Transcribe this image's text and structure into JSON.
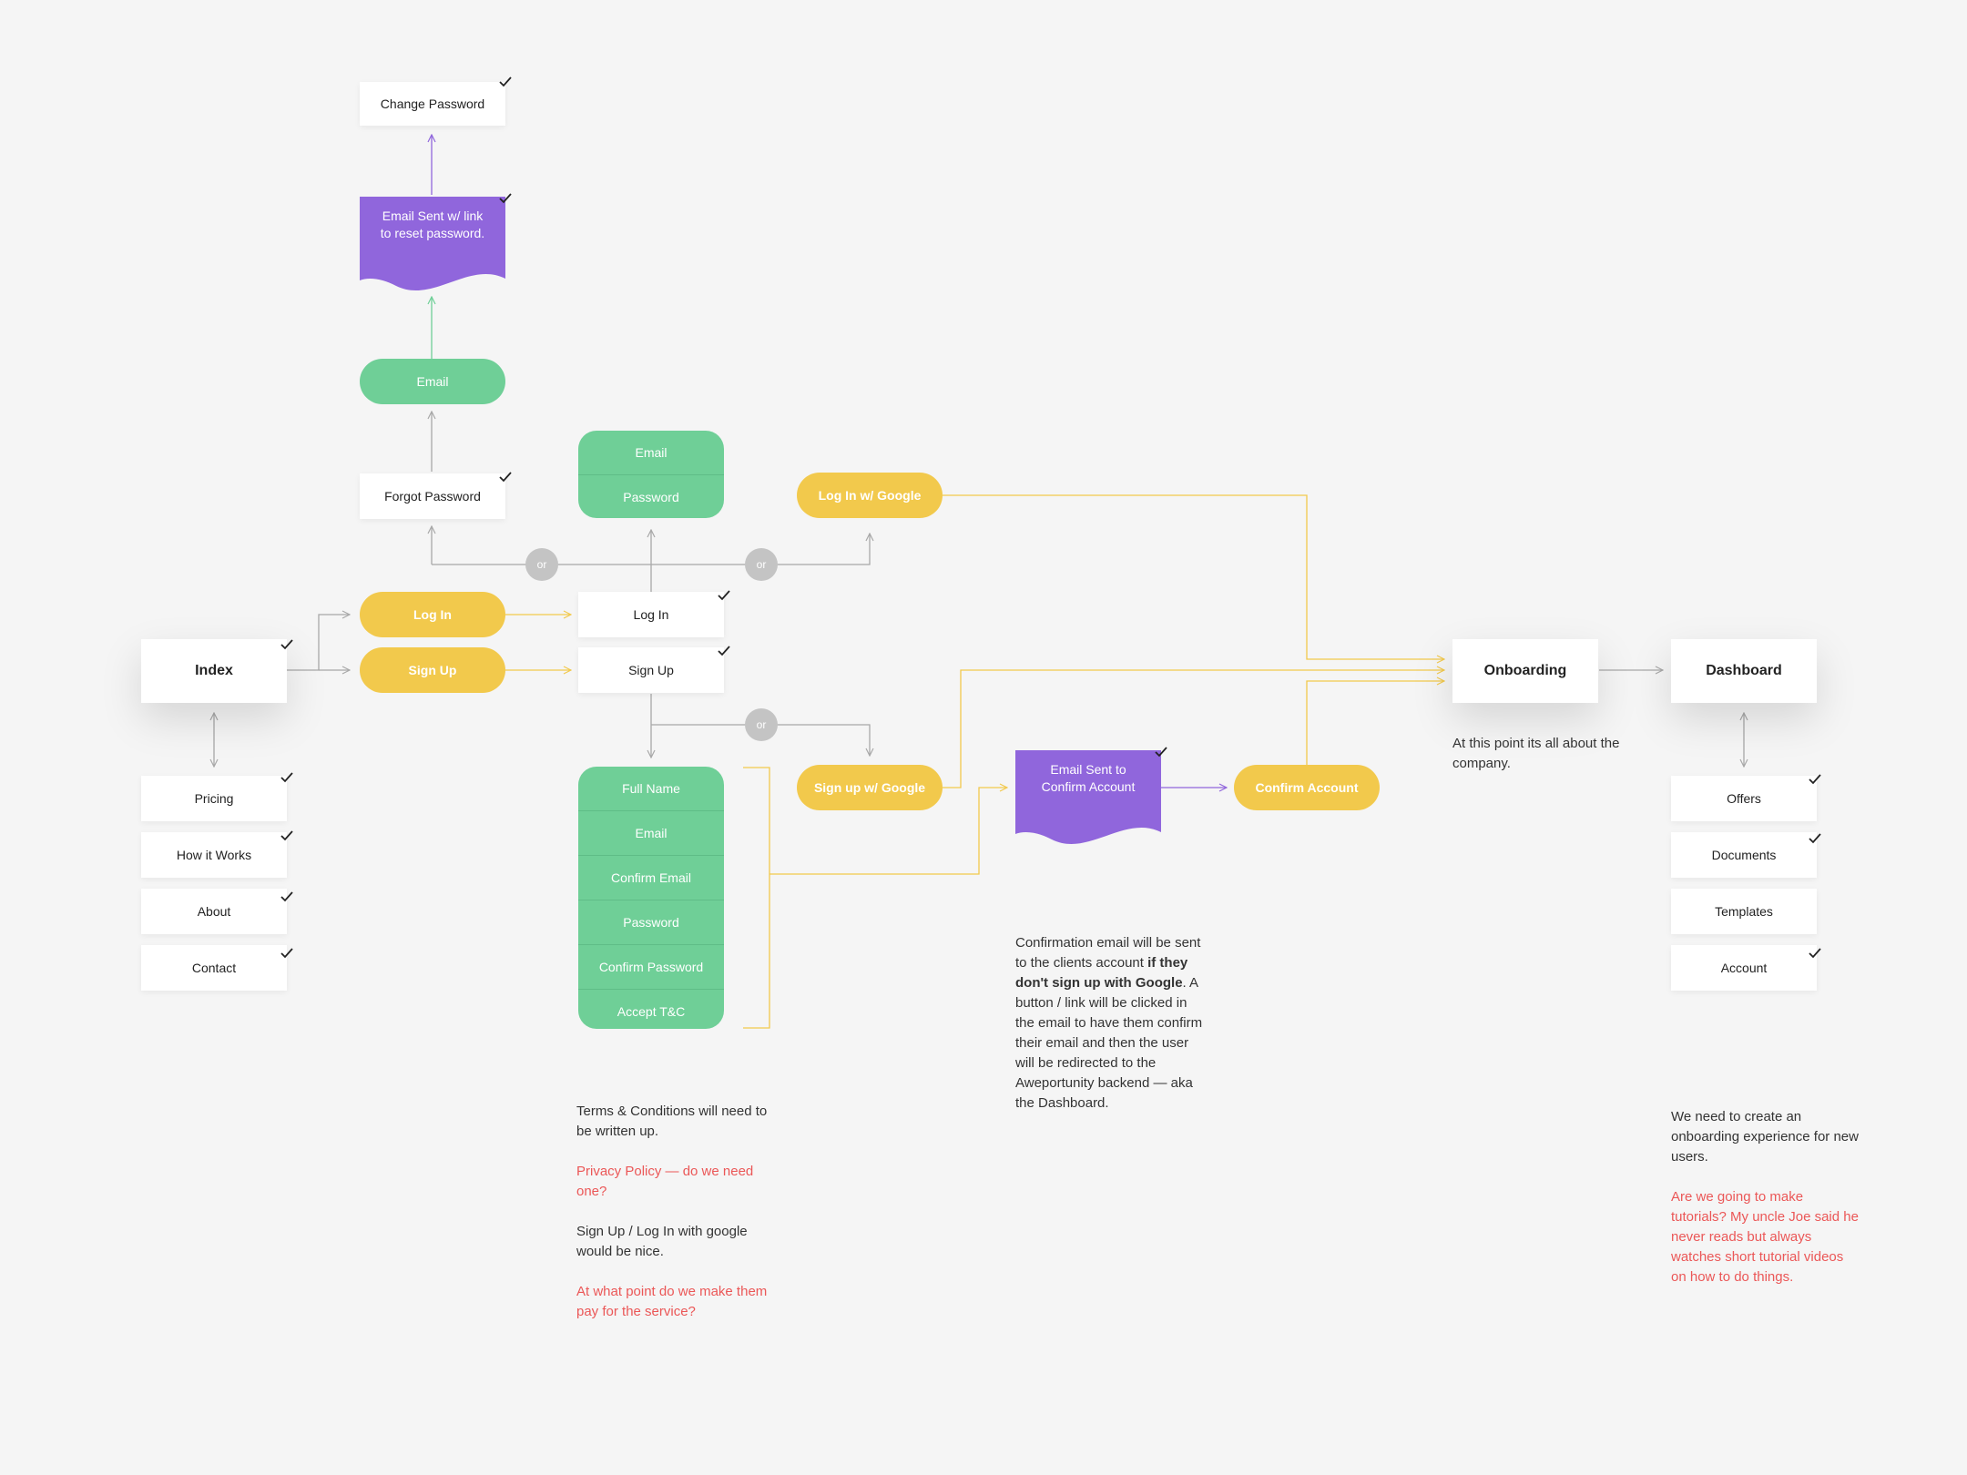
{
  "nodes": {
    "change_password": "Change Password",
    "email_sent_reset": "Email Sent w/ link to reset password.",
    "reset_email": "Email",
    "forgot_password": "Forgot Password",
    "login_fields": [
      "Email",
      "Password"
    ],
    "login_google": "Log In w/ Google",
    "login_pill": "Log In",
    "signup_pill": "Sign Up",
    "login_box": "Log In",
    "signup_box": "Sign Up",
    "signup_google": "Sign up w/ Google",
    "signup_fields": [
      "Full Name",
      "Email",
      "Confirm Email",
      "Password",
      "Confirm Password",
      "Accept T&C"
    ],
    "email_sent_confirm": "Email Sent to Confirm Account",
    "confirm_account": "Confirm Account",
    "index": "Index",
    "index_pages": [
      "Pricing",
      "How it Works",
      "About",
      "Contact"
    ],
    "onboarding": "Onboarding",
    "dashboard": "Dashboard",
    "dashboard_pages": [
      "Offers",
      "Documents",
      "Templates",
      "Account"
    ],
    "or_label": "or"
  },
  "notes": {
    "onboarding_note": "At this point its all about the company.",
    "confirmation_note": {
      "part1": "Confirmation email will be sent to the clients account ",
      "bold": "if they don't sign up with Google",
      "part2": ". A button / link will be clicked in the email to have them confirm their email and then the user will be redirected to the Aweportunity backend — aka the Dashboard."
    },
    "signup_notes": {
      "terms": "Terms & Conditions will need to be written up.",
      "privacy": "Privacy Policy — do we need one?",
      "google": "Sign Up / Log In with google would be nice.",
      "pay": "At what point do we make them pay for the service?"
    },
    "dashboard_notes": {
      "onboarding_need": "We need to create an onboarding experience for new users.",
      "tutorials": "Are we going to make tutorials? My uncle Joe said he never reads but always watches short tutorial videos on how to do things."
    }
  },
  "colors": {
    "yellow": "#f2c94c",
    "green": "#6fcf97",
    "purple": "#9066dc",
    "red_note": "#eb5757",
    "connector_gray": "#a8a8a8"
  }
}
